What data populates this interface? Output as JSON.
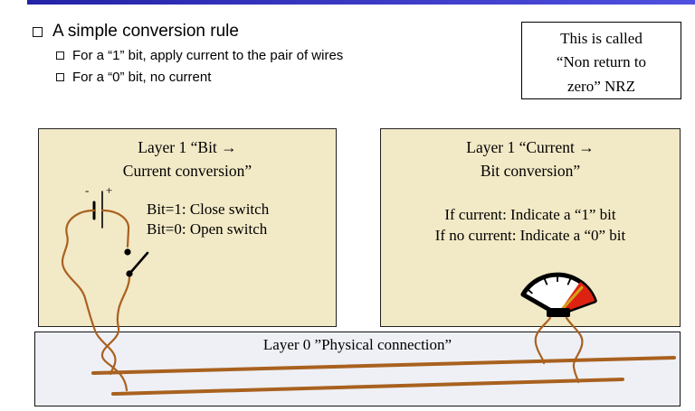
{
  "bullets": {
    "main": "A simple conversion rule",
    "sub": [
      "For a “1” bit, apply current to the pair of wires",
      "For a “0” bit, no current"
    ]
  },
  "nrz": {
    "lines": [
      "This is called",
      "“Non return to",
      "zero” NRZ"
    ]
  },
  "left_panel": {
    "title1": "Layer 1 “Bit →",
    "title2": "Current conversion”",
    "line1": "Bit=1: Close switch",
    "line2": "Bit=0: Open switch",
    "minus": "-",
    "plus": "+"
  },
  "right_panel": {
    "title1": "Layer 1 “Current →",
    "title2": "Bit conversion”",
    "line1": "If current: Indicate a “1” bit",
    "line2": "If no current: Indicate a “0” bit"
  },
  "layer0": {
    "title": "Layer 0 ”Physical connection”"
  },
  "icons": {
    "bullet": "square-outline",
    "battery": "battery-cell-symbol",
    "switch": "knife-switch-open",
    "meter": "analog-current-meter",
    "wires": "twisted-pair"
  },
  "colors": {
    "panel_bg": "#f2e9c6",
    "wire_brown": "#a9611f",
    "meter_red": "#dd2211",
    "meter_needle": "#d4a017",
    "layer0_bg": "#eef0f6",
    "header_bar_blue": "#3b3bc4"
  }
}
